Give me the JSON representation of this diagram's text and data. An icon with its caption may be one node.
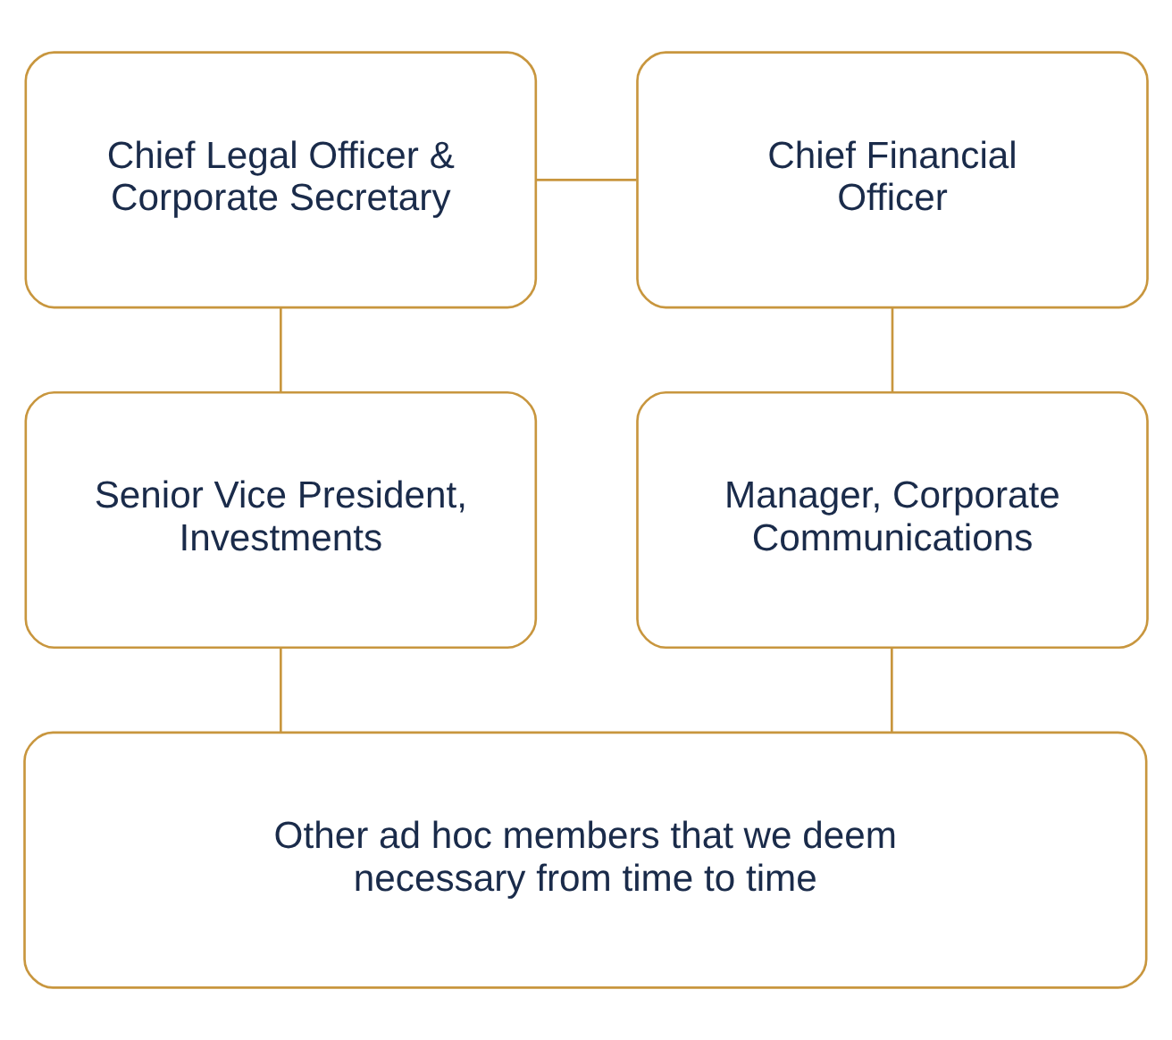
{
  "diagram": {
    "nodes": [
      {
        "text": [
          "Chief Legal Officer & Corporate Secretary"
        ]
      },
      {
        "text": [
          "Chief Financial Officer"
        ]
      },
      {
        "text": [
          "Senior Vice President, Investments"
        ]
      },
      {
        "text": [
          "Manager, Corporate Communications"
        ]
      },
      {
        "text": [
          "Other ad hoc members that we deem necessary from time to time"
        ]
      }
    ],
    "edges": [
      {
        "from": 0,
        "to": 1,
        "arrow": "none"
      },
      {
        "from": 0,
        "to": 2,
        "arrow": "none"
      },
      {
        "from": 1,
        "to": 3,
        "arrow": "none"
      },
      {
        "from": 2,
        "to": 4,
        "arrow": "none"
      },
      {
        "from": 3,
        "to": 4,
        "arrow": "none"
      }
    ]
  }
}
